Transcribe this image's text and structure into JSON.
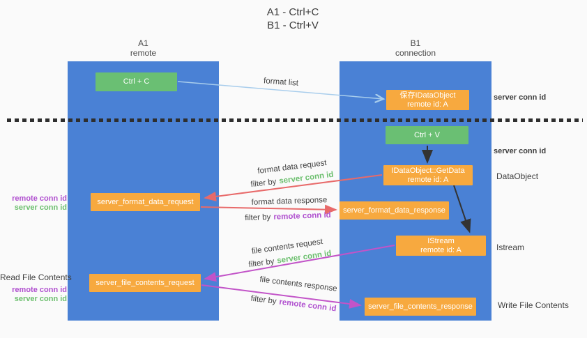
{
  "title": {
    "line1": "A1 - Ctrl+C",
    "line2": "B1 - Ctrl+V"
  },
  "lanes": {
    "left": {
      "name": "A1",
      "subtitle": "remote"
    },
    "right": {
      "name": "B1",
      "subtitle": "connection"
    }
  },
  "nodes": {
    "ctrl_c": {
      "label": "Ctrl + C"
    },
    "ctrl_v": {
      "label": "Ctrl + V"
    },
    "save_idataobject": {
      "line1": "保存IDataObject",
      "line2": "remote id: A"
    },
    "getdata": {
      "line1": "IDataObject::GetData",
      "line2": "remote id: A"
    },
    "istream": {
      "line1": "IStream",
      "line2": "remote id: A"
    },
    "server_format_data_request": {
      "label": "server_format_data_request"
    },
    "server_format_data_response": {
      "label": "server_format_data_response"
    },
    "server_file_contents_request": {
      "label": "server_file_contents_request"
    },
    "server_file_contents_response": {
      "label": "server_file_contents_response"
    }
  },
  "arrow_labels": {
    "format_list": "format list",
    "format_data_request": "format data request",
    "format_data_response": "format data response",
    "file_contents_request": "file contents request",
    "file_contents_response": "file contents response",
    "filter_by": "filter by",
    "server_conn_id": "server conn id",
    "remote_conn_id": "remote conn id"
  },
  "side_labels": {
    "right": {
      "server_conn_id_top": "server conn id",
      "server_conn_id_mid": "server conn id",
      "dataobject": "DataObject",
      "istream": "Istream",
      "write_file_contents": "Write File Contents"
    },
    "left": {
      "remote_conn_id_mid": "remote conn id",
      "server_conn_id_mid": "server conn id",
      "read_file_contents": "Read File Contents",
      "remote_conn_id_bottom": "remote conn id",
      "server_conn_id_bottom": "server conn id"
    }
  },
  "colors": {
    "lane_blue": "#4a81d5",
    "box_green": "#6abf73",
    "box_orange": "#f7a93f",
    "arrow_blue": "#a8cdec",
    "arrow_red": "#e86a6a",
    "arrow_magenta": "#c254c8",
    "arrow_black": "#333333",
    "text_green": "#6cbf6e",
    "text_purple": "#b050cf",
    "text_dark": "#3f3f3f"
  }
}
